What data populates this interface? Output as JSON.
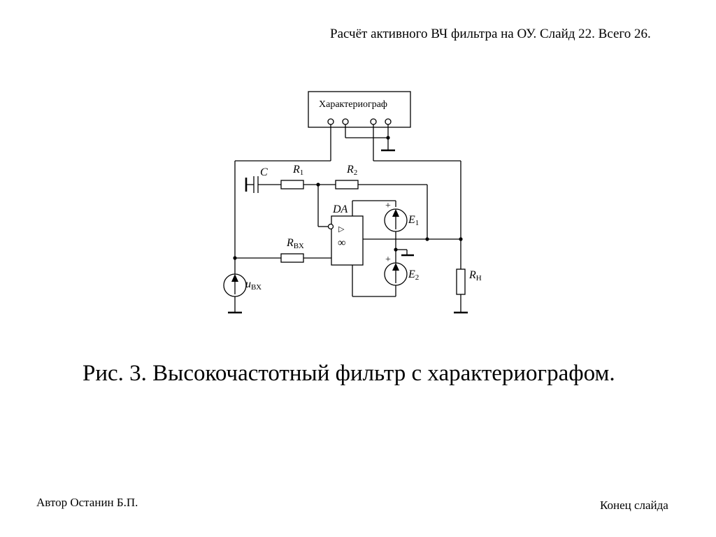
{
  "slide": {
    "header": "Расчёт активного ВЧ фильтра на ОУ. Слайд 22. Всего 26.",
    "caption": "Рис. 3. Высокочастотный фильтр с характериографом.",
    "author": "Автор Останин Б.П.",
    "end_link": "Конец слайда"
  },
  "diagram": {
    "instrument_label": "Характериограф",
    "capacitor": "C",
    "r1": {
      "main": "R",
      "sub": "1"
    },
    "r2": {
      "main": "R",
      "sub": "2"
    },
    "rin": {
      "main": "R",
      "sub": "ВХ"
    },
    "rload": {
      "main": "R",
      "sub": "Н"
    },
    "opamp_label": "DA",
    "opamp_symbol": "∞",
    "opamp_arrow": "▷",
    "e1": {
      "main": "E",
      "sub": "1",
      "sign": "+"
    },
    "e2": {
      "main": "E",
      "sub": "2",
      "sign": "+"
    },
    "uin": {
      "main": "u",
      "sub": "ВХ"
    }
  }
}
